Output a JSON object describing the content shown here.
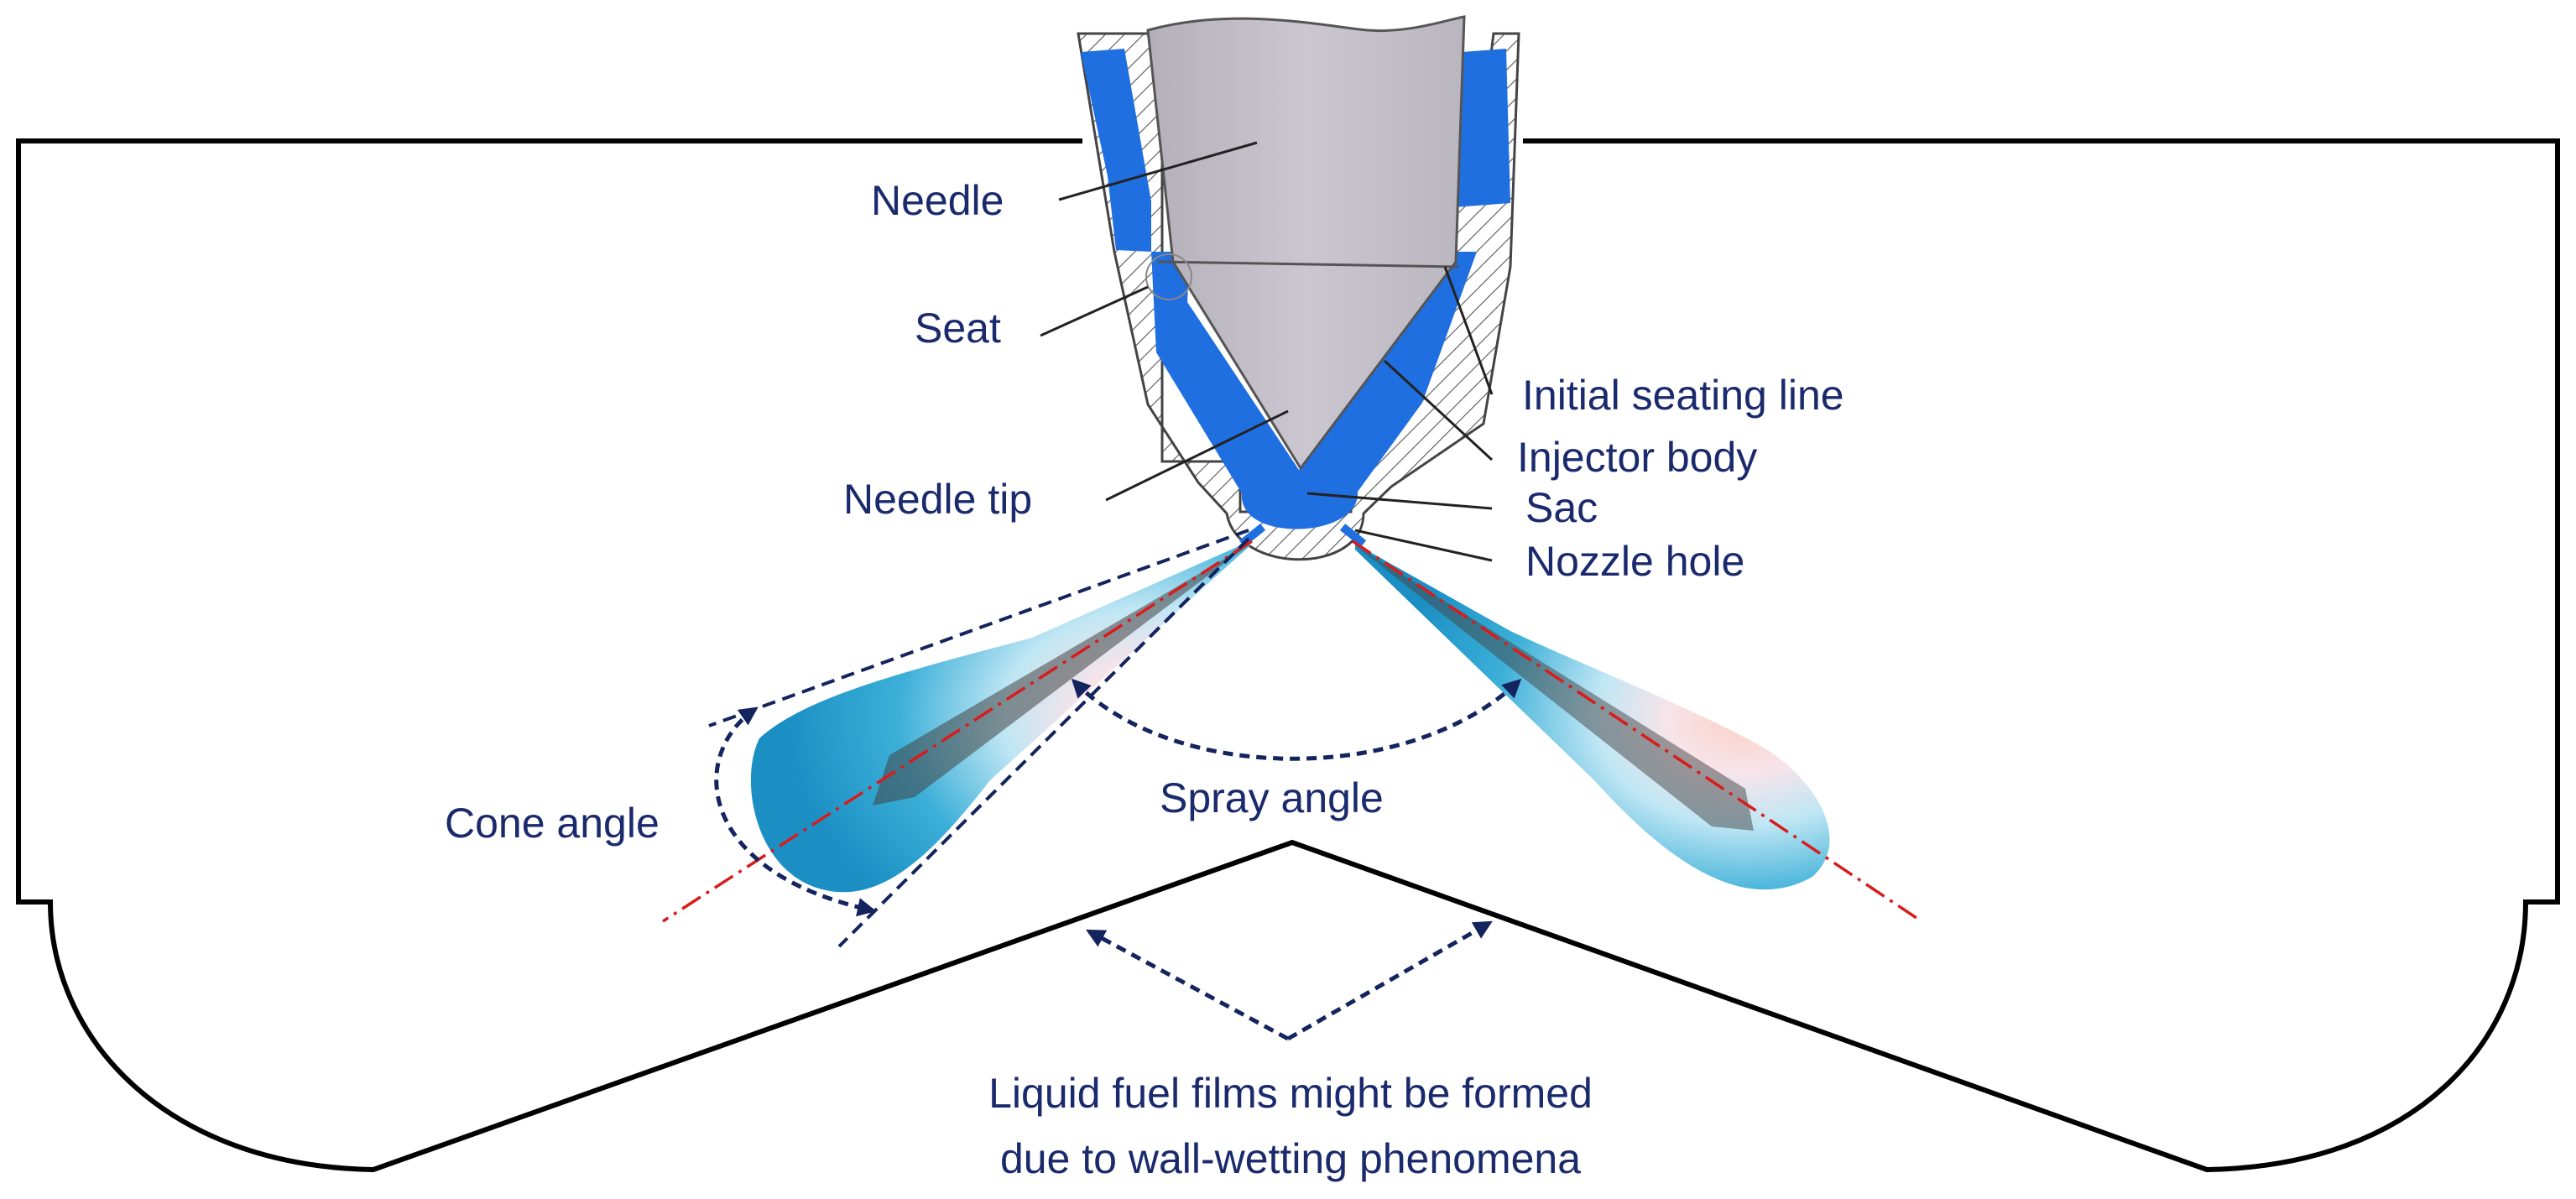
{
  "labels": {
    "needle": "Needle",
    "seat": "Seat",
    "initial_seating_line": "Initial seating line",
    "injector_body": "Injector body",
    "needle_tip": "Needle tip",
    "sac": "Sac",
    "nozzle_hole": "Nozzle hole",
    "cone_angle": "Cone angle",
    "spray_angle": "Spray angle",
    "wall_film_line1": "Liquid fuel films might be formed",
    "wall_film_line2": "due to wall-wetting phenomena"
  },
  "colors": {
    "label_text": "#1a2a6c",
    "fuel_blue": "#1f6fe0",
    "needle_grey": "#c2bec8",
    "annotation_navy": "#13245e",
    "spray_axis_red": "#d81c1c",
    "spray_cyan": "#3ab0d8",
    "spray_core_pink": "#f4b0a0",
    "outline": "#000000"
  },
  "icons": {
    "arrowhead": "filled-triangle-arrowhead"
  }
}
